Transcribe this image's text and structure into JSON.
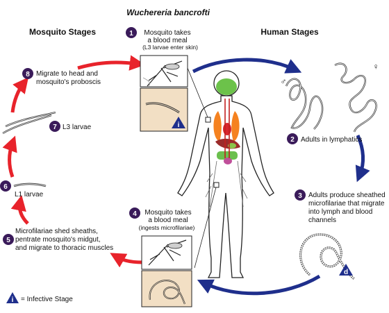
{
  "title": "Wuchereria bancrofti",
  "headers": {
    "mosquito": "Mosquito Stages",
    "human": "Human Stages"
  },
  "colors": {
    "human_arrow": "#1f2f8c",
    "mosquito_arrow": "#e8232b",
    "step_circle": "#3a1b5a",
    "infective_triangle": "#1f2f8c"
  },
  "steps": {
    "s1": {
      "num": "1",
      "line1": "Mosquito takes",
      "line2": "a blood meal",
      "line3": "(L3 larvae enter skin)"
    },
    "s2": {
      "num": "2",
      "line1": "Adults in lymphatics"
    },
    "s3": {
      "num": "3",
      "line1": "Adults produce sheathed",
      "line2": "microfilariae that migrate",
      "line3": "into lymph and blood",
      "line4": "channels"
    },
    "s4": {
      "num": "4",
      "line1": "Mosquito takes",
      "line2": "a blood meal",
      "line3": "(ingests microfilariae)"
    },
    "s5": {
      "num": "5",
      "line1": "Microfilariae shed sheaths,",
      "line2": "pentrate mosquito's midgut,",
      "line3": "and migrate to thoracic muscles"
    },
    "s6": {
      "num": "6",
      "line1": "L1 larvae"
    },
    "s7": {
      "num": "7",
      "line1": "L3 larvae"
    },
    "s8": {
      "num": "8",
      "line1": "Migrate to head and",
      "line2": "mosquito's proboscis"
    }
  },
  "markers": {
    "infective": "i",
    "diagnostic": "d",
    "male_symbol": "♂",
    "female_symbol": "♀"
  },
  "legend": {
    "symbol": "i",
    "text": "= Infective Stage"
  }
}
